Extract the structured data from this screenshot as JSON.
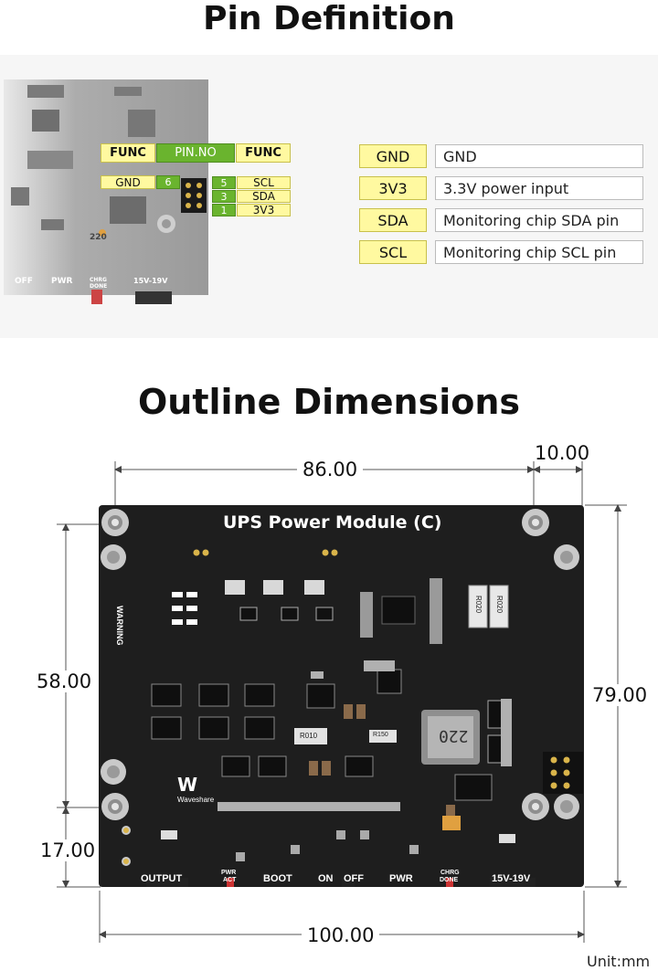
{
  "titles": {
    "pin": "Pin Definition",
    "outline": "Outline Dimensions"
  },
  "pin_header": {
    "left_func": "FUNC",
    "pin_no": "PIN.NO",
    "right_func": "FUNC"
  },
  "pin_rows": [
    {
      "left_func": "GND",
      "left_no": "6",
      "right_no": "5",
      "right_func": "SCL"
    },
    {
      "right_no": "3",
      "right_func": "SDA"
    },
    {
      "right_no": "1",
      "right_func": "3V3"
    }
  ],
  "pin_board_labels": {
    "off": "OFF",
    "pwr": "PWR",
    "chrg": "CHRG",
    "done": "DONE",
    "vin": "15V-19V",
    "inductor": "220"
  },
  "definitions": [
    {
      "pin": "GND",
      "desc": "GND"
    },
    {
      "pin": "3V3",
      "desc": "3.3V power input"
    },
    {
      "pin": "SDA",
      "desc": "Monitoring chip SDA pin"
    },
    {
      "pin": "SCL",
      "desc": "Monitoring chip SCL pin"
    }
  ],
  "board": {
    "name": "UPS Power Module (C)",
    "warning": "WARNING",
    "brand": "Waveshare",
    "inductor": "220",
    "resistors": [
      "R020",
      "R020",
      "R010",
      "R150"
    ],
    "bottom_labels": {
      "output": "OUTPUT",
      "pwr": "PWR",
      "act": "ACT",
      "boot": "BOOT",
      "on": "ON",
      "off": "OFF",
      "pwr2": "PWR",
      "chrg": "CHRG",
      "done": "DONE",
      "vin": "15V-19V"
    }
  },
  "dimensions": {
    "top": "86.00",
    "top_right": "10.00",
    "left_upper": "58.00",
    "left_lower": "17.00",
    "right": "79.00",
    "bottom": "100.00",
    "unit": "Unit:mm"
  }
}
